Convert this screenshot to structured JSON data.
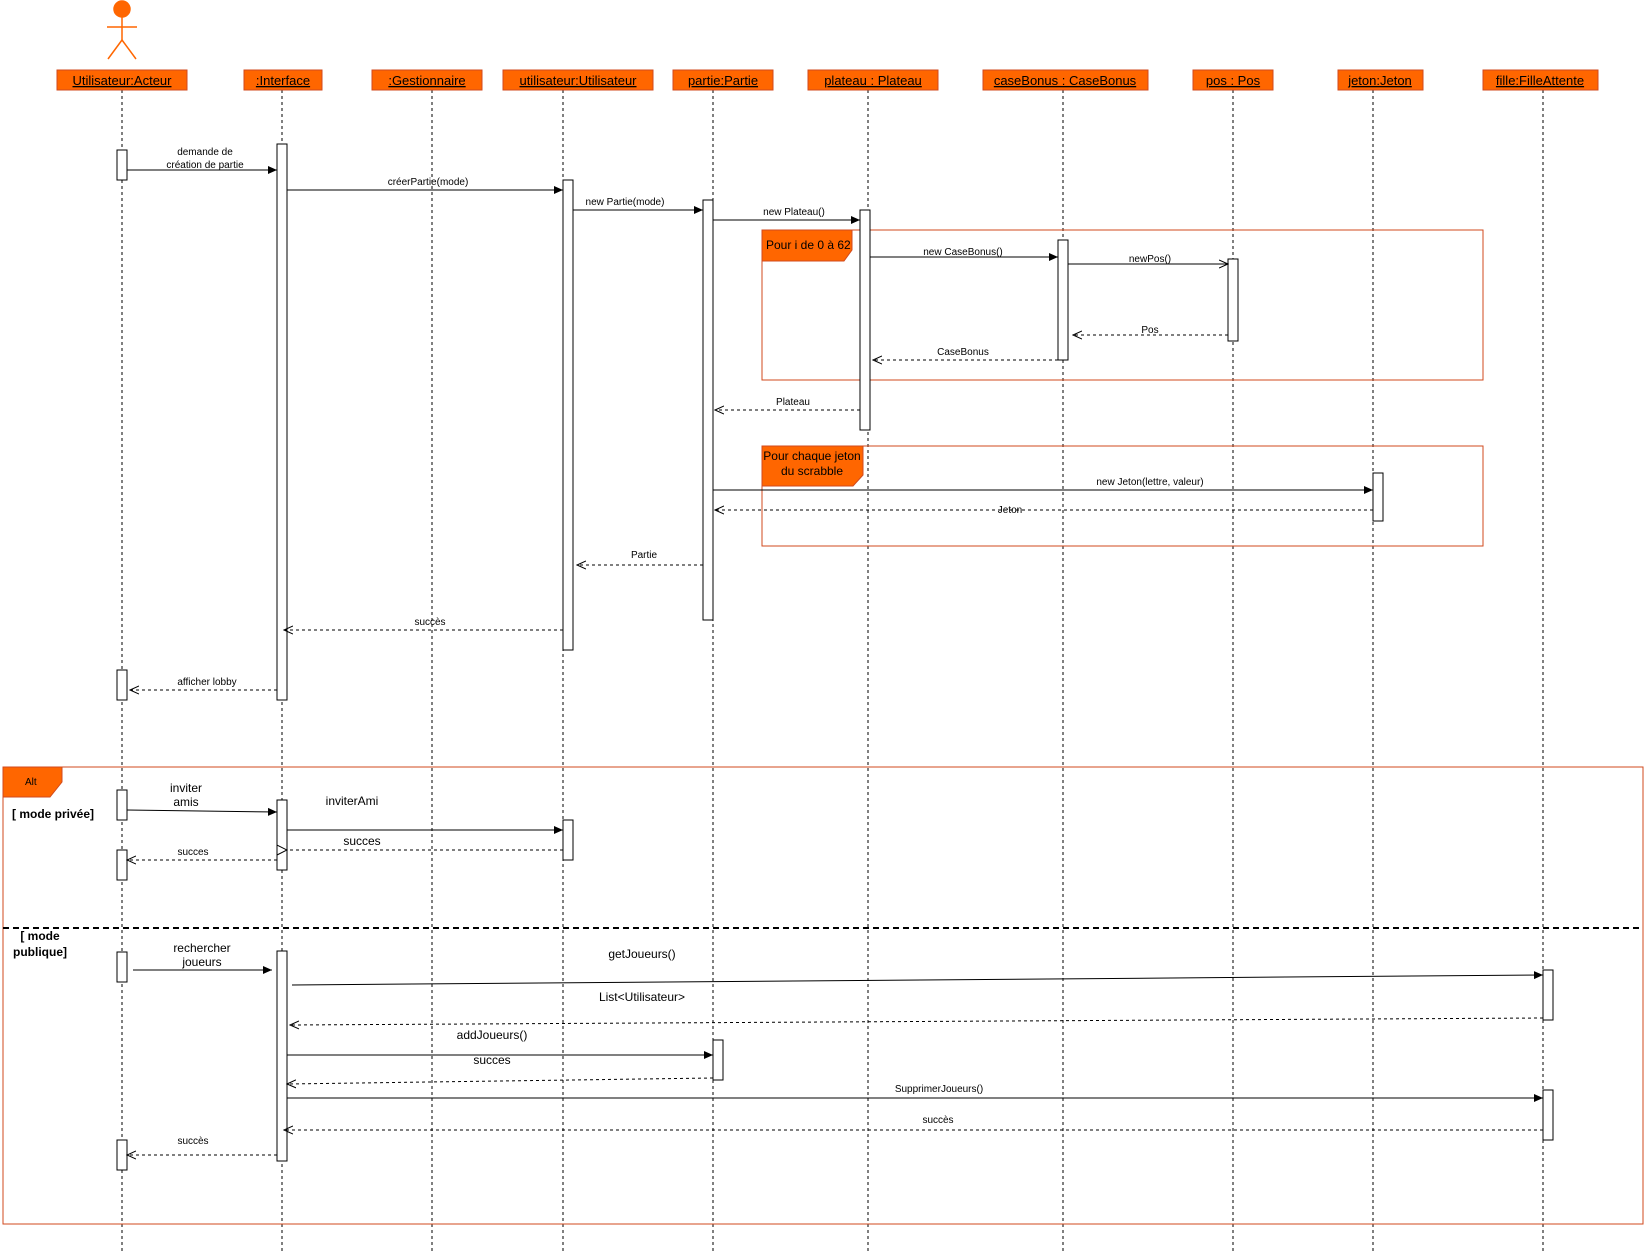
{
  "colors": {
    "accent": "#ff6600",
    "frame": "#d04a1e",
    "line": "#000000",
    "fill": "#ffffff"
  },
  "actor_icon": "stick-figure-icon",
  "lifelines": [
    {
      "id": "acteur",
      "label": "Utilisateur:Acteur"
    },
    {
      "id": "interface",
      "label": ":Interface"
    },
    {
      "id": "gestionnaire",
      "label": ":Gestionnaire"
    },
    {
      "id": "utilisateur",
      "label": "utilisateur:Utilisateur"
    },
    {
      "id": "partie",
      "label": "partie:Partie"
    },
    {
      "id": "plateau",
      "label": "plateau : Plateau"
    },
    {
      "id": "casebonus",
      "label": "caseBonus : CaseBonus"
    },
    {
      "id": "pos",
      "label": "pos : Pos"
    },
    {
      "id": "jeton",
      "label": "jeton:Jeton"
    },
    {
      "id": "fille",
      "label": "fille:FilleAttente"
    }
  ],
  "fragments": [
    {
      "id": "loop-cases",
      "tag": "Pour i de 0 à 62"
    },
    {
      "id": "loop-jetons",
      "tag": "Pour chaque jeton du scrabble"
    },
    {
      "id": "alt",
      "tag": "Alt",
      "guards": [
        "[ mode privée]",
        "[ mode publique]"
      ]
    }
  ],
  "messages": [
    {
      "id": "m1",
      "text": "demande de création de partie",
      "kind": "sync"
    },
    {
      "id": "m2",
      "text": "créerPartie(mode)",
      "kind": "sync"
    },
    {
      "id": "m3",
      "text": "new Partie(mode)",
      "kind": "sync"
    },
    {
      "id": "m4",
      "text": "new Plateau()",
      "kind": "sync"
    },
    {
      "id": "m5",
      "text": "new CaseBonus()",
      "kind": "sync"
    },
    {
      "id": "m6",
      "text": "newPos()",
      "kind": "sync"
    },
    {
      "id": "m7",
      "text": "Pos",
      "kind": "return"
    },
    {
      "id": "m8",
      "text": "CaseBonus",
      "kind": "return"
    },
    {
      "id": "m9",
      "text": "Plateau",
      "kind": "return"
    },
    {
      "id": "m10",
      "text": "new Jeton(lettre, valeur)",
      "kind": "sync"
    },
    {
      "id": "m11",
      "text": "Jeton",
      "kind": "return"
    },
    {
      "id": "m12",
      "text": "Partie",
      "kind": "return"
    },
    {
      "id": "m13",
      "text": "succès",
      "kind": "return"
    },
    {
      "id": "m14",
      "text": "afficher lobby",
      "kind": "return"
    },
    {
      "id": "m15",
      "text": "inviter amis",
      "kind": "sync"
    },
    {
      "id": "m16",
      "text": "inviterAmi",
      "kind": "sync"
    },
    {
      "id": "m17",
      "text": "succes",
      "kind": "return"
    },
    {
      "id": "m18",
      "text": "succes",
      "kind": "return"
    },
    {
      "id": "m19",
      "text": "rechercher joueurs",
      "kind": "sync"
    },
    {
      "id": "m20",
      "text": "getJoueurs()",
      "kind": "sync"
    },
    {
      "id": "m21",
      "text": "List<Utilisateur>",
      "kind": "return"
    },
    {
      "id": "m22",
      "text": "addJoueurs()",
      "kind": "sync"
    },
    {
      "id": "m23",
      "text": "succes",
      "kind": "return"
    },
    {
      "id": "m24",
      "text": "SupprimerJoueurs()",
      "kind": "sync"
    },
    {
      "id": "m25",
      "text": "succès",
      "kind": "return"
    },
    {
      "id": "m26",
      "text": "succès",
      "kind": "return"
    }
  ]
}
